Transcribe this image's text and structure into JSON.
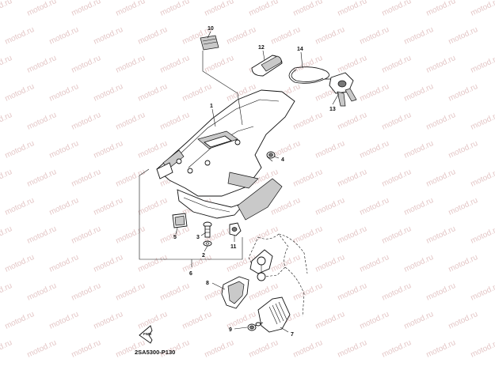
{
  "watermark": "motod.ru",
  "diagram_code": "2SA5300-P130",
  "callouts": [
    {
      "id": "1",
      "label": "1"
    },
    {
      "id": "2",
      "label": "2"
    },
    {
      "id": "3",
      "label": "3"
    },
    {
      "id": "4",
      "label": "4"
    },
    {
      "id": "5",
      "label": "5"
    },
    {
      "id": "6",
      "label": "6"
    },
    {
      "id": "7",
      "label": "7"
    },
    {
      "id": "8",
      "label": "8"
    },
    {
      "id": "9",
      "label": "9"
    },
    {
      "id": "10",
      "label": "10"
    },
    {
      "id": "11",
      "label": "11"
    },
    {
      "id": "12",
      "label": "12"
    },
    {
      "id": "13",
      "label": "13"
    },
    {
      "id": "14",
      "label": "14"
    }
  ]
}
